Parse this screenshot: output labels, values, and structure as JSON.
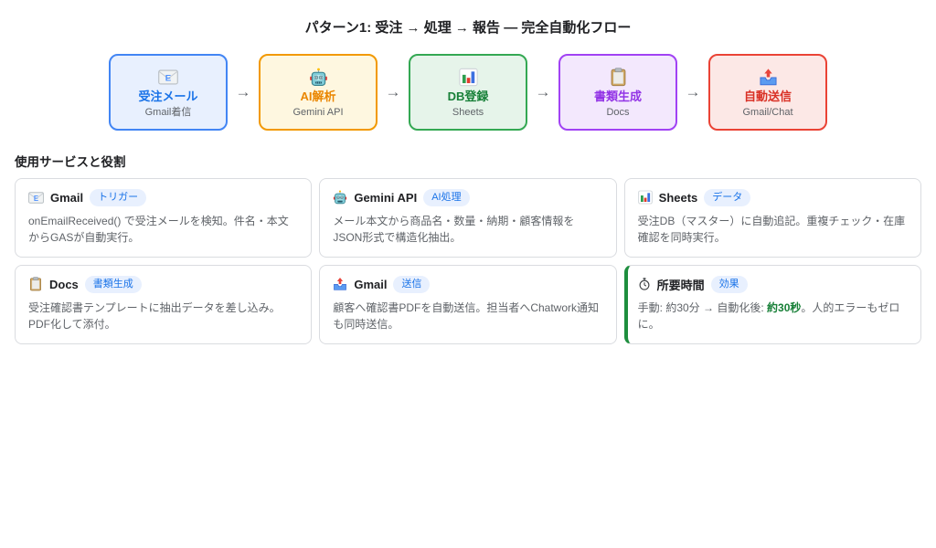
{
  "page": {
    "title": "パターン1: 受注 → 処理 → 報告 — 完全自動化フロー",
    "section_heading": "使用サービスと役割"
  },
  "flow": {
    "arrow": "→",
    "steps": [
      {
        "icon": "email-icon",
        "label": "受注メール",
        "sublabel": "Gmail着信",
        "colors": {
          "border": "#4285f4",
          "bg": "#e8f0fe",
          "label": "#1a73e8"
        }
      },
      {
        "icon": "robot-icon",
        "label": "AI解析",
        "sublabel": "Gemini API",
        "colors": {
          "border": "#f29900",
          "bg": "#fef7e0",
          "label": "#ea8600"
        }
      },
      {
        "icon": "bar-chart-icon",
        "label": "DB登録",
        "sublabel": "Sheets",
        "colors": {
          "border": "#34a853",
          "bg": "#e6f4ea",
          "label": "#188038"
        }
      },
      {
        "icon": "clipboard-icon",
        "label": "書類生成",
        "sublabel": "Docs",
        "colors": {
          "border": "#a142f4",
          "bg": "#f3e8fd",
          "label": "#9334e6"
        }
      },
      {
        "icon": "outbox-tray-icon",
        "label": "自動送信",
        "sublabel": "Gmail/Chat",
        "colors": {
          "border": "#ea4335",
          "bg": "#fce8e6",
          "label": "#d93025"
        }
      }
    ]
  },
  "cards": [
    {
      "icon": "email-icon",
      "name": "Gmail",
      "badge": "トリガー",
      "description": "onEmailReceived() で受注メールを検知。件名・本文からGASが自動実行。"
    },
    {
      "icon": "robot-icon",
      "name": "Gemini API",
      "badge": "AI処理",
      "description": "メール本文から商品名・数量・納期・顧客情報をJSON形式で構造化抽出。"
    },
    {
      "icon": "bar-chart-icon",
      "name": "Sheets",
      "badge": "データ",
      "description": "受注DB（マスター）に自動追記。重複チェック・在庫確認を同時実行。"
    },
    {
      "icon": "clipboard-icon",
      "name": "Docs",
      "badge": "書類生成",
      "description": "受注確認書テンプレートに抽出データを差し込み。PDF化して添付。"
    },
    {
      "icon": "outbox-tray-icon",
      "name": "Gmail",
      "badge": "送信",
      "description": "顧客へ確認書PDFを自動送信。担当者へChatwork通知も同時送信。"
    },
    {
      "icon": "stopwatch-icon",
      "name": "所要時間",
      "badge": "効果",
      "description_parts": {
        "before": "手動: 約30分 → 自動化後: ",
        "highlight": "約30秒",
        "after": "。人的エラーもゼロに。"
      },
      "highlight_color": "#188038",
      "accent_left": "#1e8e3e"
    }
  ],
  "colors": {
    "badge_bg": "#e8f0fe",
    "badge_text": "#1a73e8",
    "card_border": "#dadce0",
    "body_text": "#5f6368",
    "heading_text": "#202124",
    "arrow": "#5f6368"
  }
}
